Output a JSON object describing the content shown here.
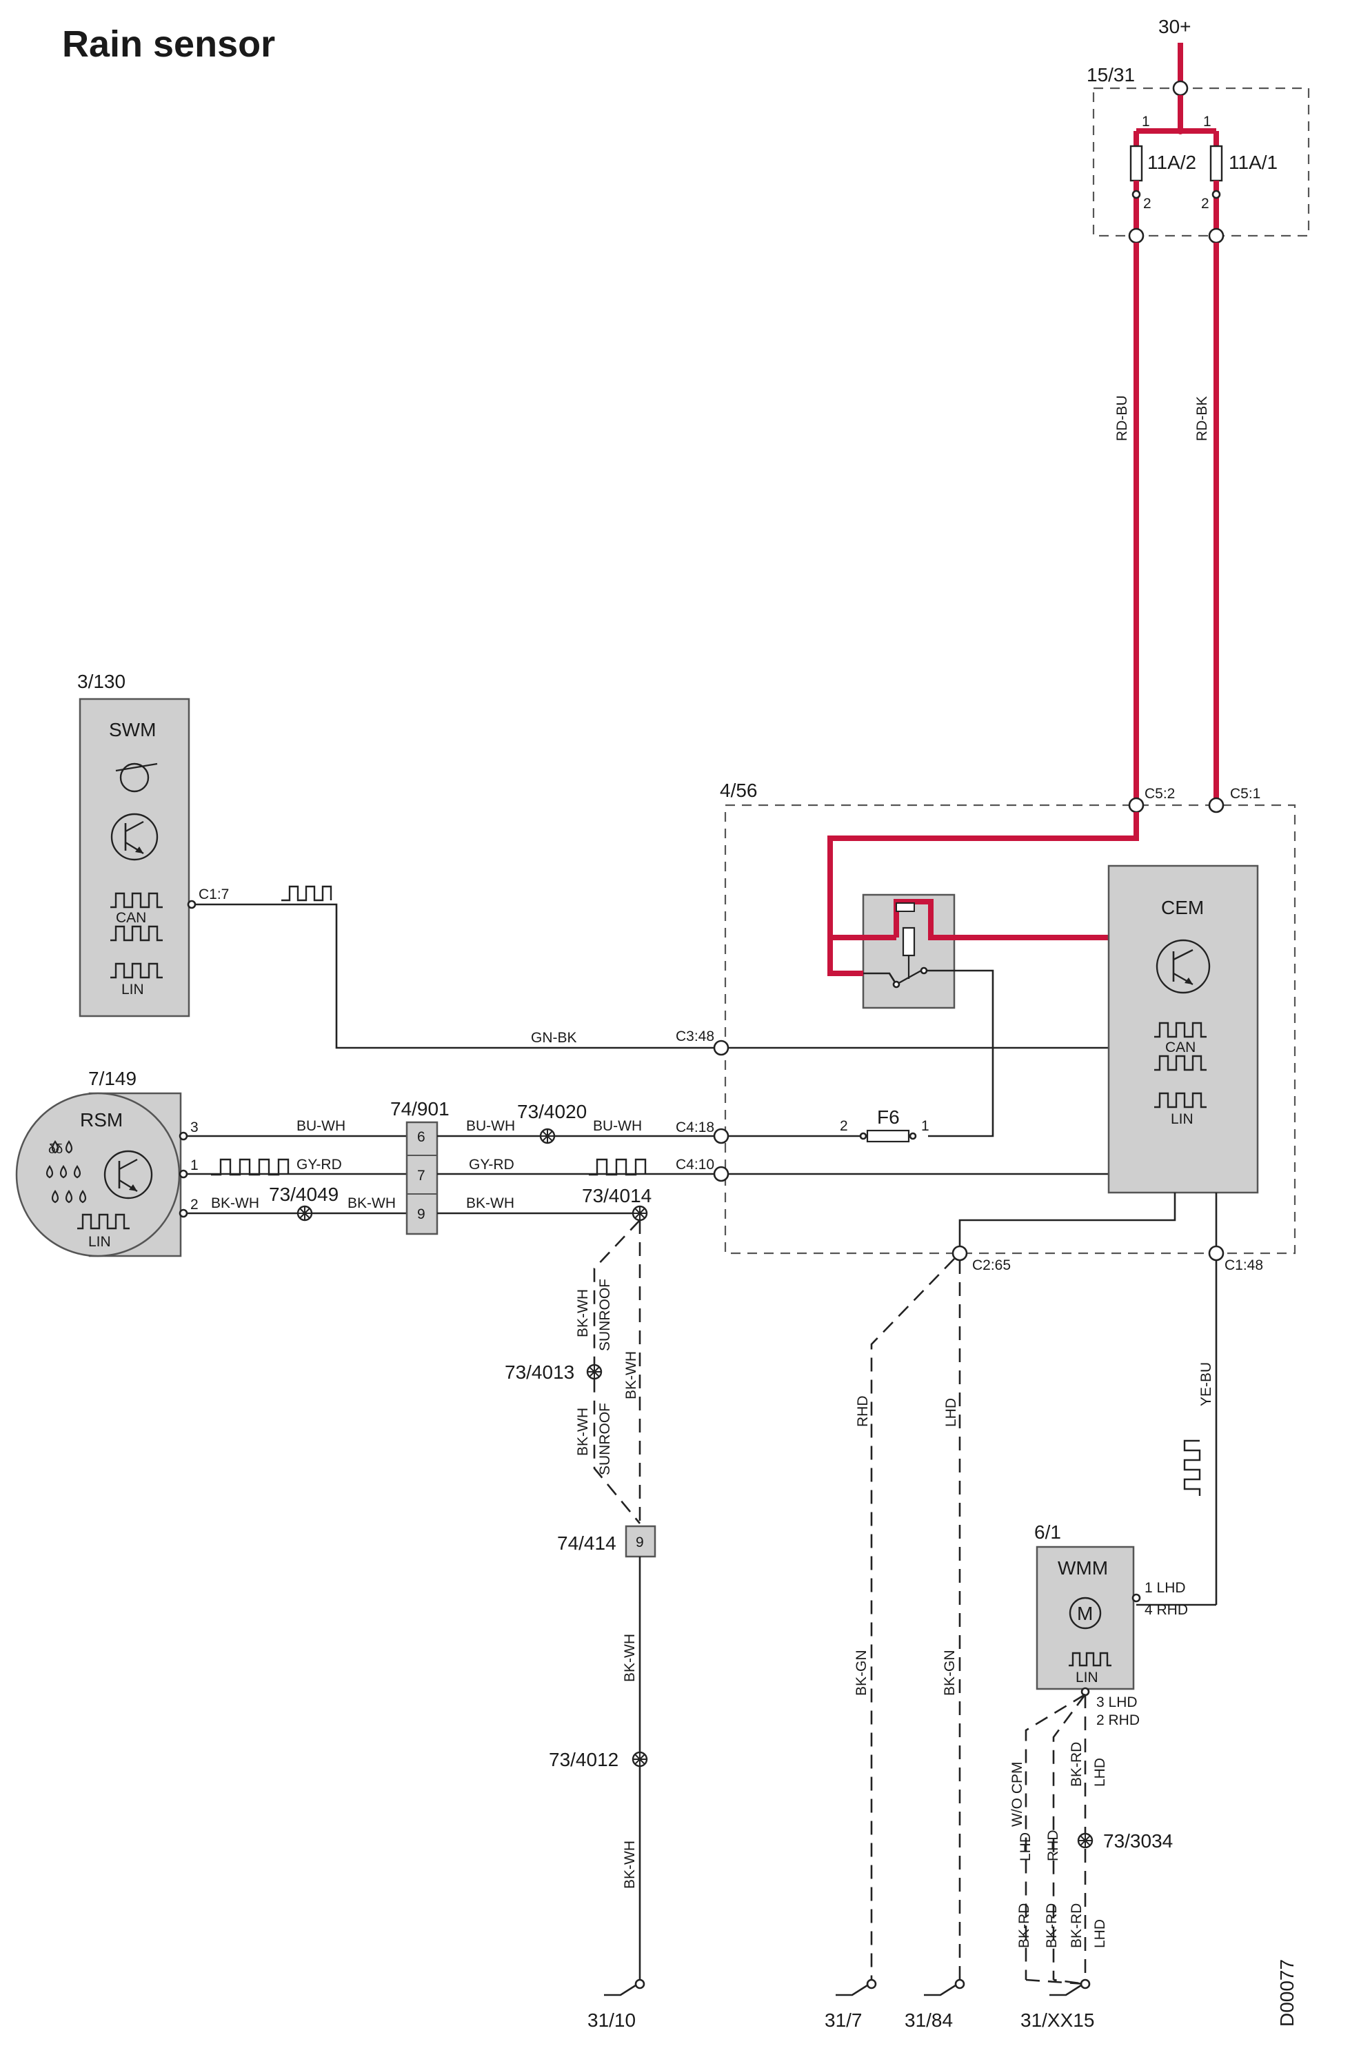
{
  "title": "Rain sensor",
  "doc_id": "D00077",
  "supply": "30+",
  "fuse_box": {
    "ref": "15/31",
    "fuse_left": "11A/2",
    "fuse_right": "11A/1",
    "pin1": "1",
    "pin2": "2"
  },
  "wires": {
    "rd_bu": "RD-BU",
    "rd_bk": "RD-BK",
    "gn_bk": "GN-BK",
    "bu_wh": "BU-WH",
    "gy_rd": "GY-RD",
    "bk_wh": "BK-WH",
    "ye_bu": "YE-BU",
    "bk_gn": "BK-GN",
    "bk_rd": "BK-RD",
    "sunroof": "SUNROOF",
    "rhd": "RHD",
    "lhd": "LHD",
    "wo_cpm": "W/O CPM"
  },
  "swm": {
    "ref": "3/130",
    "name": "SWM",
    "can": "CAN",
    "lin": "LIN",
    "pin": "C1:7"
  },
  "rsm": {
    "ref": "7/149",
    "name": "RSM",
    "lin": "LIN",
    "pin3": "3",
    "pin1": "1",
    "pin2": "2"
  },
  "cem": {
    "ref": "4/56",
    "name": "CEM",
    "can": "CAN",
    "lin": "LIN",
    "fuse": "F6",
    "fuse_pin2": "2",
    "fuse_pin1": "1",
    "c5_2": "C5:2",
    "c5_1": "C5:1",
    "c3_48": "C3:48",
    "c4_18": "C4:18",
    "c4_10": "C4:10",
    "c2_65": "C2:65",
    "c1_48": "C1:48"
  },
  "connector_74_901": {
    "ref": "74/901",
    "p6": "6",
    "p7": "7",
    "p9": "9"
  },
  "splices": {
    "s4020": "73/4020",
    "s4049": "73/4049",
    "s4014": "73/4014",
    "s4013": "73/4013",
    "s4012": "73/4012",
    "s3034": "73/3034"
  },
  "connector_74_414": {
    "ref": "74/414",
    "p9": "9"
  },
  "wmm": {
    "ref": "6/1",
    "name": "WMM",
    "lin": "LIN",
    "pin_a1": "1 LHD",
    "pin_a2": "4 RHD",
    "pin_b1": "3 LHD",
    "pin_b2": "2 RHD"
  },
  "grounds": {
    "g1": "31/10",
    "g2": "31/7",
    "g3": "31/84",
    "g4": "31/XX15"
  }
}
